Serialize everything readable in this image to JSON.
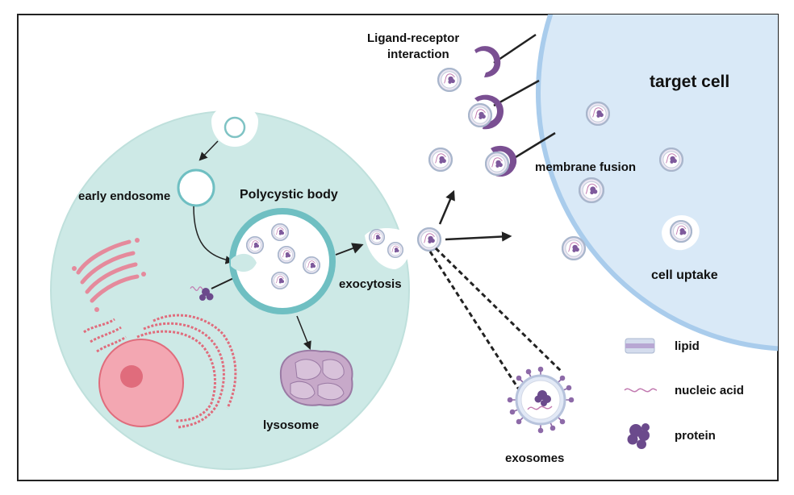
{
  "labels": {
    "ligand_receptor_line1": "Ligand-receptor",
    "ligand_receptor_line2": "interaction",
    "target_cell": "target cell",
    "early_endosome": "early endosome",
    "polycystic_body": "Polycystic body",
    "membrane_fusion": "membrane fusion",
    "exocytosis": "exocytosis",
    "cell_uptake": "cell uptake",
    "lysosome": "lysosome",
    "exosomes": "exosomes"
  },
  "legend": [
    {
      "icon": "lipid-bilayer-icon",
      "label": "lipid"
    },
    {
      "icon": "nucleic-acid-icon",
      "label": "nucleic acid"
    },
    {
      "icon": "protein-icon",
      "label": "protein"
    }
  ],
  "colors": {
    "donor_cell": "#cde9e6",
    "target_cell": "#d9e9f7",
    "membrane_teal": "#7fc3c4",
    "receptor_purple": "#7a4f92",
    "vesicle_purple": "#8d6aa8",
    "organelle_pink": "#e58a9c",
    "nucleus_red": "#e06c7c",
    "lysosome": "#b89ab4"
  }
}
